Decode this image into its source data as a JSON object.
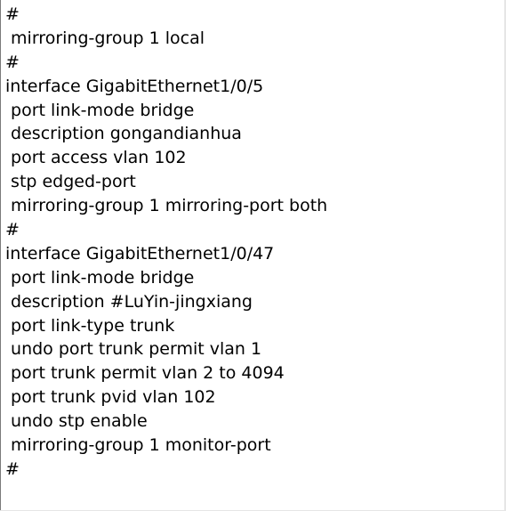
{
  "document": {
    "lines": [
      "#",
      " mirroring-group 1 local",
      "#",
      "interface GigabitEthernet1/0/5",
      " port link-mode bridge",
      " description gongandianhua",
      " port access vlan 102",
      " stp edged-port",
      " mirroring-group 1 mirroring-port both",
      "#",
      "interface GigabitEthernet1/0/47",
      " port link-mode bridge",
      " description #LuYin-jingxiang",
      " port link-type trunk",
      " undo port trunk permit vlan 1",
      " port trunk permit vlan 2 to 4094",
      " port trunk pvid vlan 102",
      " undo stp enable",
      " mirroring-group 1 monitor-port",
      "#"
    ]
  }
}
